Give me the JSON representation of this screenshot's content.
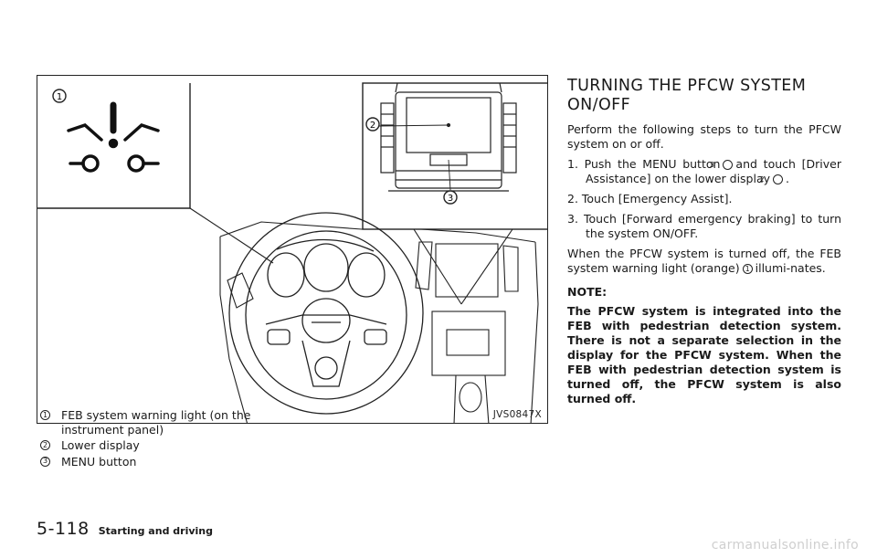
{
  "figure": {
    "code": "JVS0847X",
    "callouts": [
      "1",
      "2",
      "3"
    ]
  },
  "legend": [
    {
      "num": "1",
      "text": "FEB system warning light (on the instrument panel)"
    },
    {
      "num": "2",
      "text": "Lower display"
    },
    {
      "num": "3",
      "text": "MENU button"
    }
  ],
  "section": {
    "heading": "TURNING THE PFCW SYSTEM ON/OFF",
    "intro": "Perform the following steps to turn the PFCW system on or off.",
    "step1_a": "1. Push the MENU button",
    "step1_num": "3",
    "step1_b": "and touch [Driver Assistance] on the lower display",
    "step1_num2": "2",
    "step1_c": ".",
    "step2": "2. Touch [Emergency Assist].",
    "step3": "3. Touch [Forward emergency braking] to turn the system ON/OFF.",
    "para_a": "When the PFCW system is turned off, the FEB system warning light (orange)",
    "para_num": "1",
    "para_b": "illumi-nates.",
    "note_title": "NOTE:",
    "note": "The PFCW system is integrated into the FEB with pedestrian detection system. There is not a separate selection in the display for the PFCW system. When the FEB with pedestrian detection system is turned off, the PFCW system is also turned off."
  },
  "footer": {
    "page_number": "5-118",
    "section_name": "Starting and driving"
  },
  "watermark": "carmanualsonline.info"
}
